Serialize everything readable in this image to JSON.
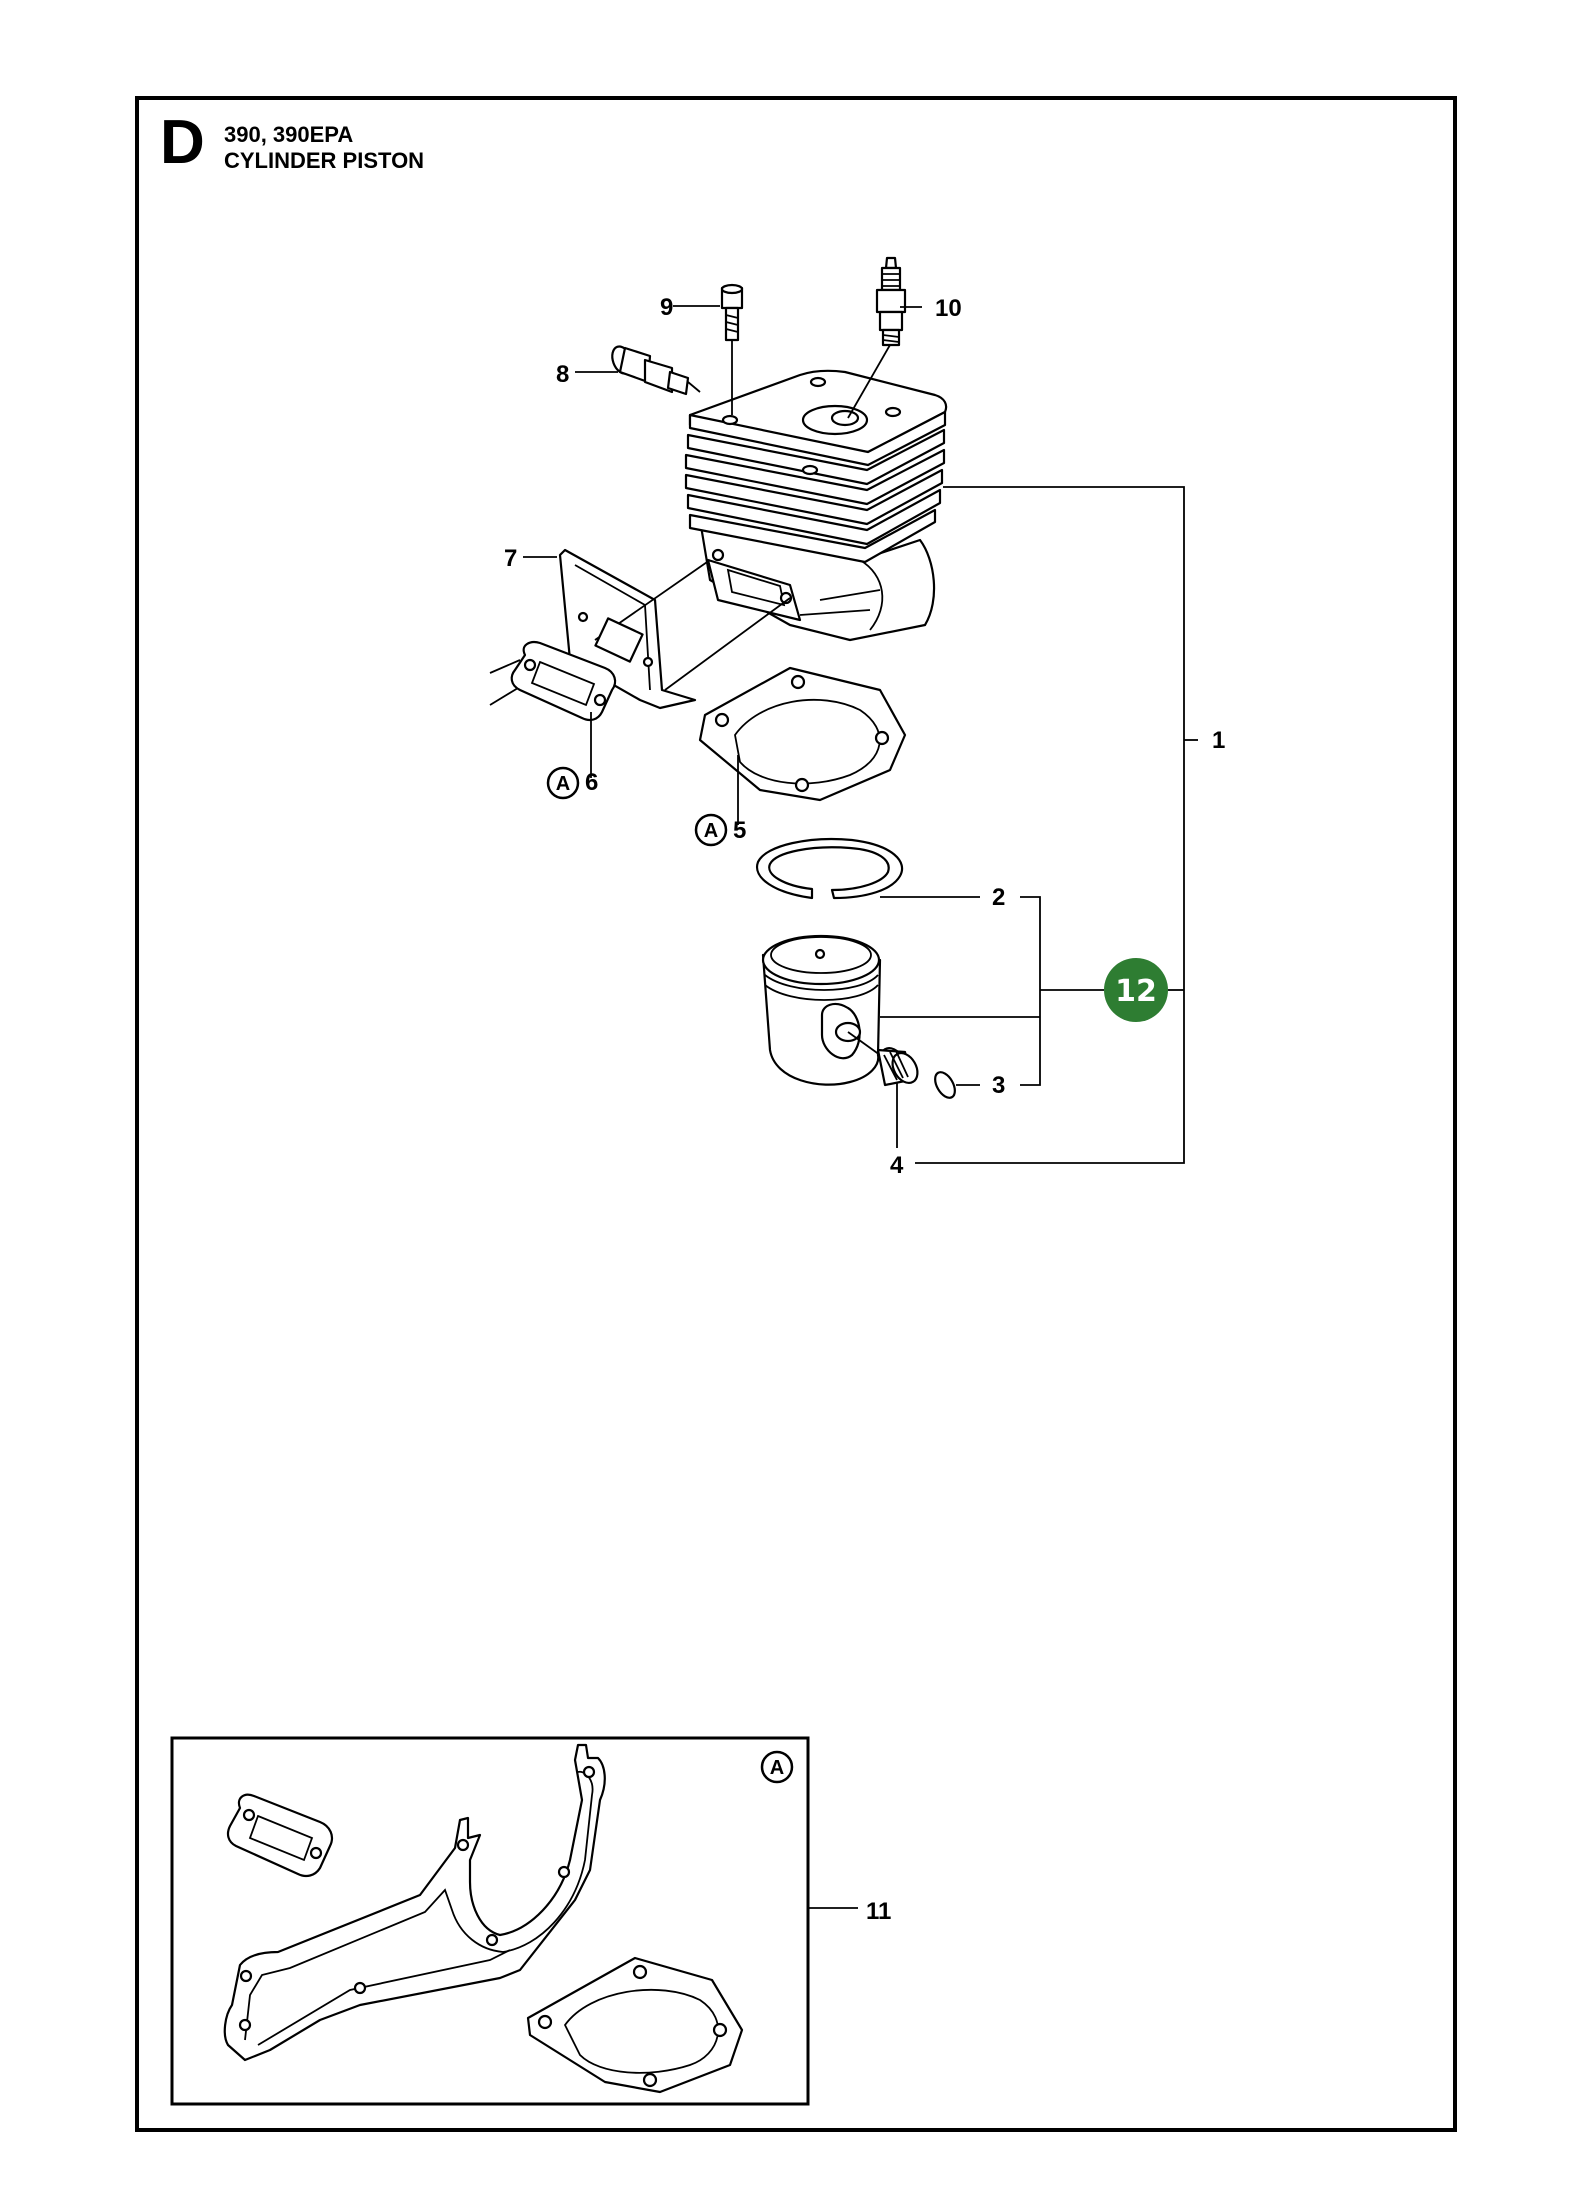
{
  "header": {
    "section_letter": "D",
    "models": "390, 390EPA",
    "title": "CYLINDER PISTON"
  },
  "callouts": {
    "p1": "1",
    "p2": "2",
    "p3": "3",
    "p4": "4",
    "p5": "5",
    "p6": "6",
    "p7": "7",
    "p8": "8",
    "p9": "9",
    "p10": "10",
    "p11": "11",
    "kit": "12"
  },
  "gasket_kit_marker": "A",
  "colors": {
    "kit_badge": "#2e7d32",
    "line": "#000000",
    "background": "#ffffff"
  }
}
